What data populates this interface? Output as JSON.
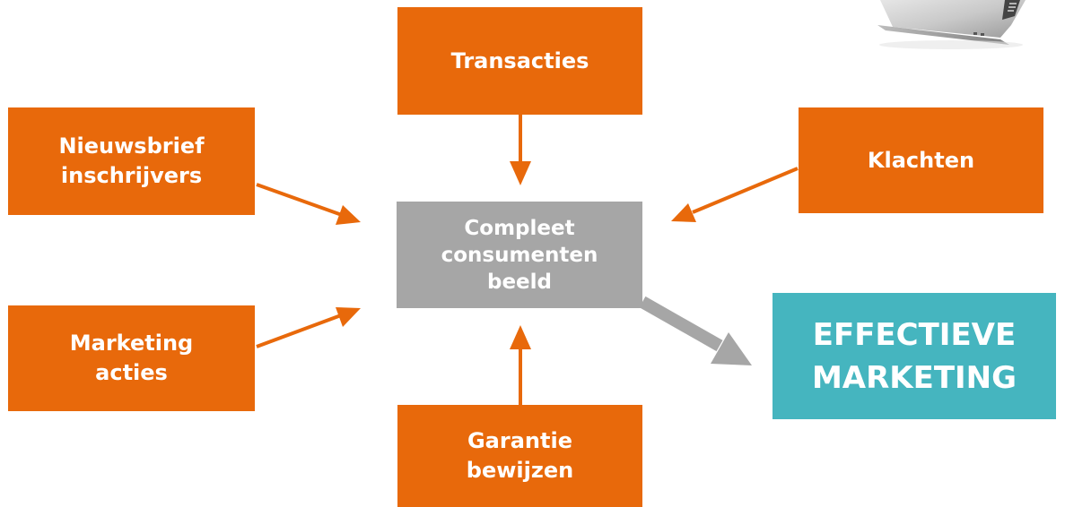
{
  "diagram": {
    "sources": {
      "transacties": "Transacties",
      "nieuwsbrief": "Nieuwsbrief\ninschrijvers",
      "klachten": "Klachten",
      "marketing_acties": "Marketing\nacties",
      "garantie": "Garantie\nbewijzen"
    },
    "center": "Compleet\nconsumenten\nbeeld",
    "result": "EFFECTIEVE\nMARKETING"
  },
  "colors": {
    "source_box": "#e8690b",
    "center_box": "#a6a6a6",
    "result_box": "#45b5bf",
    "source_arrow": "#e8690b",
    "result_arrow": "#a6a6a6"
  },
  "decoration": {
    "icon": "laptop-icon"
  }
}
